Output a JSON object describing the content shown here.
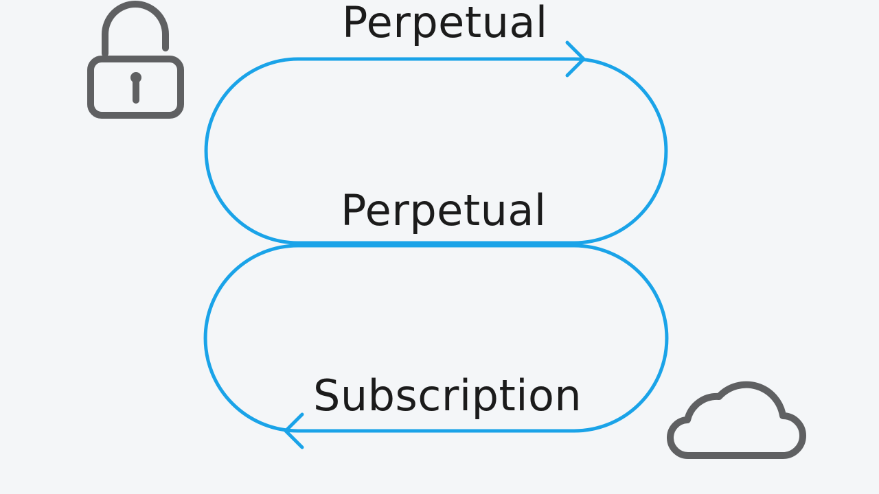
{
  "labels": {
    "top": "Perpetual",
    "middle": "Perpetual",
    "bottom": "Subscription"
  },
  "icons": {
    "top_left": "padlock-icon",
    "bottom_right": "cloud-icon"
  },
  "colors": {
    "background": "#f4f6f8",
    "loop_stroke": "#1aa3e8",
    "icon_stroke": "#5f6062",
    "text": "#1b1b1b"
  }
}
